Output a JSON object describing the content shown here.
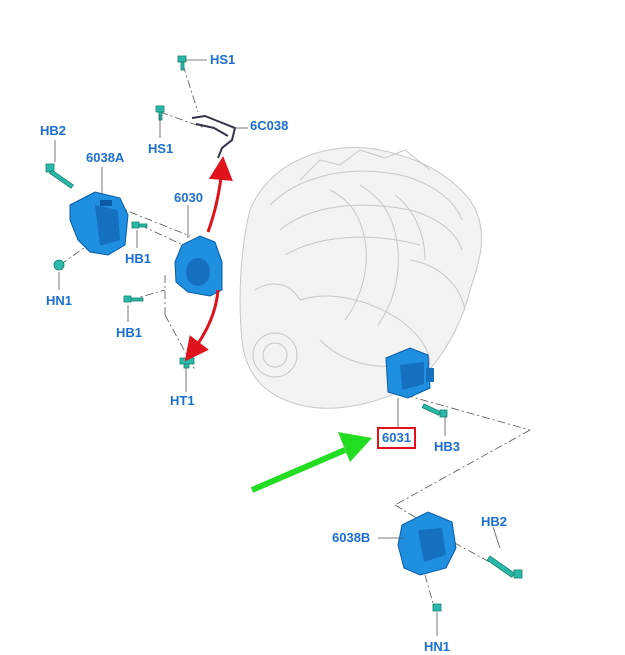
{
  "diagram": {
    "colors": {
      "label": "#1a6fd0",
      "part_blue": "#1f8fe0",
      "fastener_teal": "#2ab9a8",
      "engine_gray": "#c8c8c8",
      "red_arrow": "#e0121b",
      "green_arrow": "#22dd22",
      "highlight_box": "#e0121b"
    },
    "labels": {
      "hs1_top": "HS1",
      "hs1_mid": "HS1",
      "p6c038": "6C038",
      "hb2_left": "HB2",
      "p6038a": "6038A",
      "p6030": "6030",
      "hb1_upper": "HB1",
      "hb1_lower": "HB1",
      "hn1_left": "HN1",
      "ht1": "HT1",
      "p6031": "6031",
      "hb3": "HB3",
      "p6038b": "6038B",
      "hb2_right": "HB2",
      "hn1_right": "HN1"
    },
    "icons": {
      "engine": "engine-outline-icon",
      "mount": "engine-mount-bracket-icon",
      "bolt": "bolt-icon",
      "nut": "nut-icon"
    }
  }
}
